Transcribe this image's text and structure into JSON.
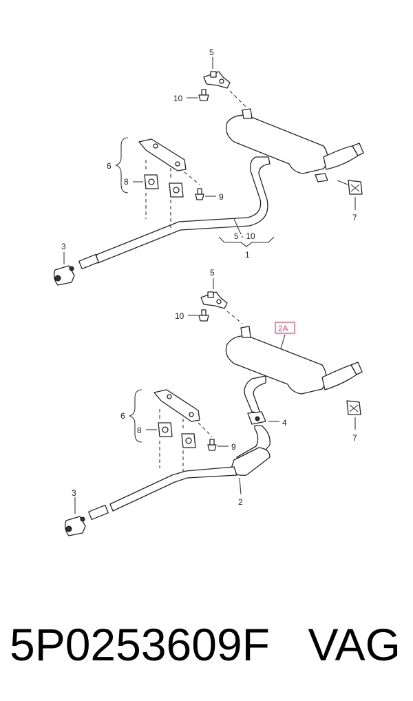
{
  "diagram": {
    "top_labels": {
      "bracket_top": "5",
      "bolt_top": "10",
      "hanger_group": "6",
      "rubber_mount": "8",
      "bolt_side": "9",
      "rubber_ring": "7",
      "clamp": "3",
      "range": "5 - 10",
      "assembly": "1"
    },
    "bottom_labels": {
      "bracket_top": "5",
      "bolt_top": "10",
      "rear_silencer": "2A",
      "clamp_mid": "4",
      "rubber_ring": "7",
      "hanger_group": "6",
      "rubber_mount": "8",
      "bolt_side": "9",
      "clamp_front": "3",
      "middle_silencer": "2"
    },
    "highlight_color": "#e04a6a"
  },
  "footer": {
    "part_number": "5P0253609F",
    "brand": "VAG"
  }
}
